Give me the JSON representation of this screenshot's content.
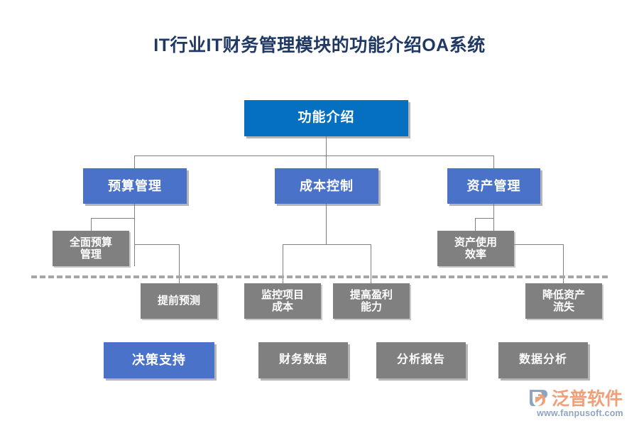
{
  "title": "IT行业IT财务管理模块的功能介绍OA系统",
  "colors": {
    "title": "#1F3864",
    "root_blue": "#0570C0",
    "node_blue": "#4A72C8",
    "node_gray": "#808080",
    "connector": "#808080",
    "divider": "#A6A6A6",
    "logo_orange": "#F0A079",
    "logo_blue": "#8FA4C0"
  },
  "nodes": {
    "root": {
      "label": "功能介绍"
    },
    "level2": [
      {
        "label": "预算管理"
      },
      {
        "label": "成本控制"
      },
      {
        "label": "资产管理"
      }
    ],
    "level3": [
      {
        "label": "全面预算\n管理",
        "line1": "全面预算",
        "line2": "管理"
      },
      {
        "label": "资产使用\n效率",
        "line1": "资产使用",
        "line2": "效率"
      }
    ],
    "level4": [
      {
        "label": "提前预测",
        "line1": "提前预测",
        "line2": ""
      },
      {
        "label": "监控项目\n成本",
        "line1": "监控项目",
        "line2": "成本"
      },
      {
        "label": "提高盈利\n能力",
        "line1": "提高盈利",
        "line2": "能力"
      },
      {
        "label": "降低资产\n流失",
        "line1": "降低资产",
        "line2": "流失"
      }
    ],
    "bottom": [
      {
        "label": "决策支持",
        "style": "blue"
      },
      {
        "label": "财务数据",
        "style": "gray"
      },
      {
        "label": "分析报告",
        "style": "gray"
      },
      {
        "label": "数据分析",
        "style": "gray"
      }
    ]
  },
  "logo": {
    "name": "泛普软件",
    "url": "www.fanpusoft.com"
  }
}
